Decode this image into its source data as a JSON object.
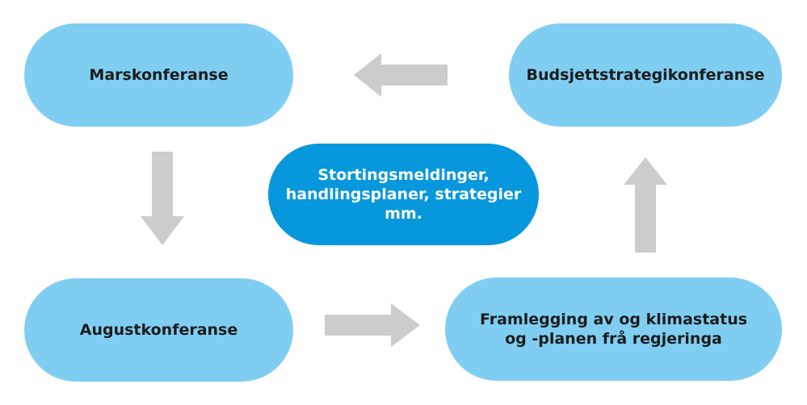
{
  "colors": {
    "node_fill": "#7fcef2",
    "center_fill": "#0797dc",
    "arrow_fill": "#cccccc",
    "node_text": "#1c1c1c",
    "center_text": "#ffffff"
  },
  "nodes": {
    "marskonferanse": {
      "label": "Marskonferanse"
    },
    "budsjett": {
      "label": "Budsjettstrategikonferanse"
    },
    "august": {
      "label": "Augustkonferanse"
    },
    "framlegging": {
      "lines": [
        "Framlegging av og klimastatus",
        "og -planen frå regjeringa"
      ]
    },
    "center": {
      "lines": [
        "Stortingsmeldinger,",
        "handlingsplaner, strategier",
        "mm."
      ]
    }
  },
  "arrows": [
    {
      "name": "arrow-budsjett-to-mars",
      "direction": "left"
    },
    {
      "name": "arrow-mars-to-august",
      "direction": "down"
    },
    {
      "name": "arrow-august-to-framlegging",
      "direction": "right"
    },
    {
      "name": "arrow-framlegging-to-budsjett",
      "direction": "up"
    }
  ]
}
